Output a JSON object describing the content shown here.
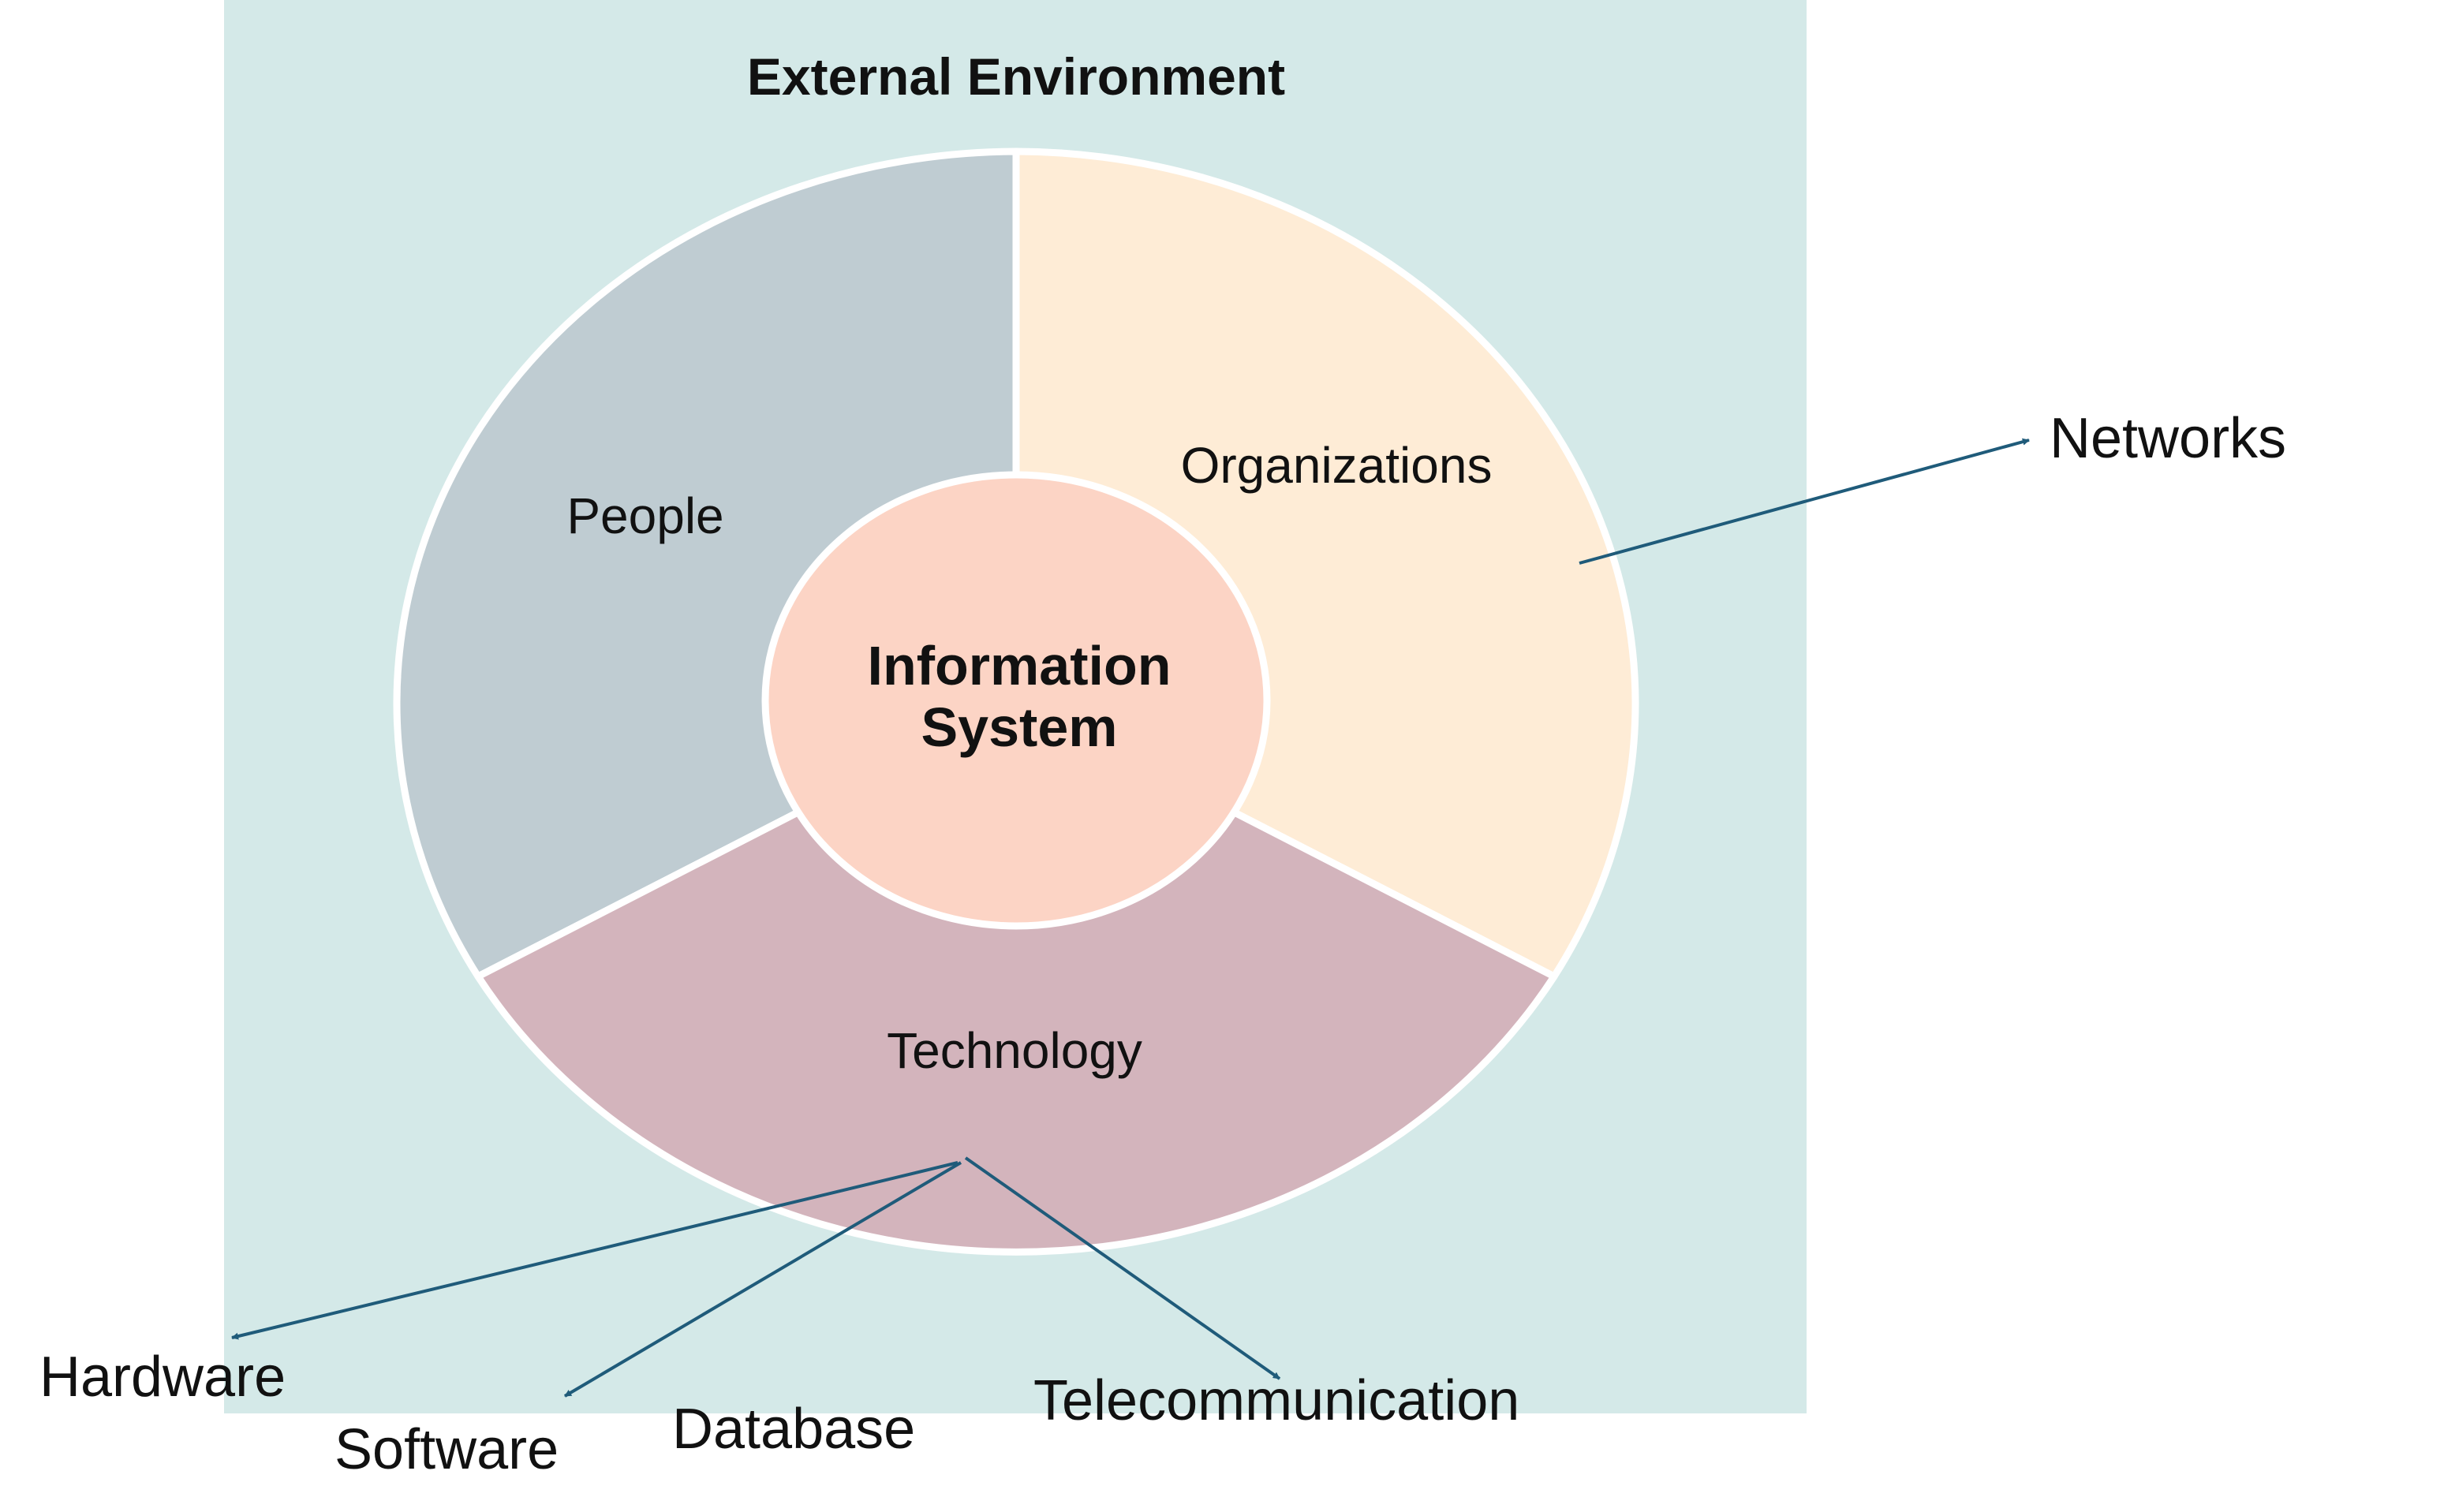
{
  "title": "External Environment",
  "center": {
    "line1": "Information",
    "line2": "System"
  },
  "segments": {
    "people": "People",
    "organizations": "Organizations",
    "technology": "Technology"
  },
  "callouts": {
    "networks": "Networks",
    "hardware": "Hardware",
    "software": "Software",
    "database": "Database",
    "telecommunication": "Telecommunication"
  },
  "colors": {
    "environment_bg": "#d4e9e8",
    "people": "#bfccd2",
    "organizations": "#feecd6",
    "technology": "#d3b4bc",
    "center": "#fcd4c5",
    "arrow": "#1f5b7a",
    "outline": "#ffffff"
  }
}
